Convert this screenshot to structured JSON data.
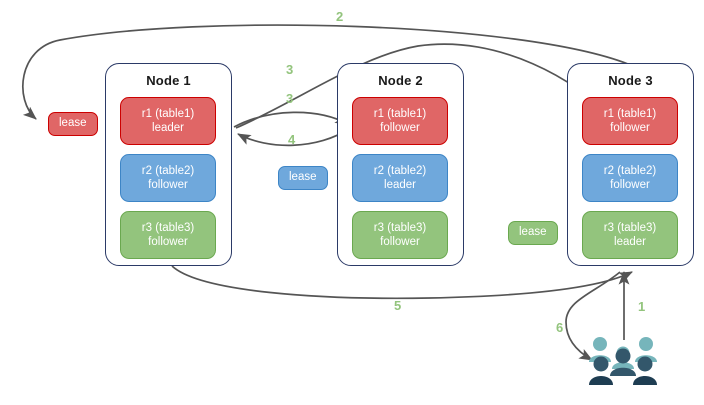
{
  "diagram": {
    "title": "raft-lease-diagram",
    "colors": {
      "red_fill": "#e06666",
      "red_border": "#cc0000",
      "blue_fill": "#6fa8dc",
      "blue_border": "#3d85c6",
      "green_fill": "#93c47d",
      "green_border": "#6aa84f",
      "node_border": "#2b3a67",
      "arrow": "#555555",
      "label": "#93c47d"
    }
  },
  "nodes": [
    {
      "title": "Node 1",
      "replicas": [
        {
          "name": "r1 (table1)",
          "role": "leader",
          "color": "red"
        },
        {
          "name": "r2 (table2)",
          "role": "follower",
          "color": "blue"
        },
        {
          "name": "r3 (table3)",
          "role": "follower",
          "color": "green"
        }
      ]
    },
    {
      "title": "Node 2",
      "replicas": [
        {
          "name": "r1 (table1)",
          "role": "follower",
          "color": "red"
        },
        {
          "name": "r2 (table2)",
          "role": "leader",
          "color": "blue"
        },
        {
          "name": "r3 (table3)",
          "role": "follower",
          "color": "green"
        }
      ]
    },
    {
      "title": "Node 3",
      "replicas": [
        {
          "name": "r1 (table1)",
          "role": "follower",
          "color": "red"
        },
        {
          "name": "r2 (table2)",
          "role": "follower",
          "color": "blue"
        },
        {
          "name": "r3 (table3)",
          "role": "leader",
          "color": "green"
        }
      ]
    }
  ],
  "leases": [
    {
      "label": "lease",
      "color": "red"
    },
    {
      "label": "lease",
      "color": "blue"
    },
    {
      "label": "lease",
      "color": "green"
    }
  ],
  "steps": [
    {
      "label": "1"
    },
    {
      "label": "2"
    },
    {
      "label": "3"
    },
    {
      "label": "3"
    },
    {
      "label": "4"
    },
    {
      "label": "5"
    },
    {
      "label": "6"
    }
  ],
  "actor": {
    "name": "users-icon",
    "light_color": "#76b5bb",
    "dark_color": "#33576b"
  }
}
